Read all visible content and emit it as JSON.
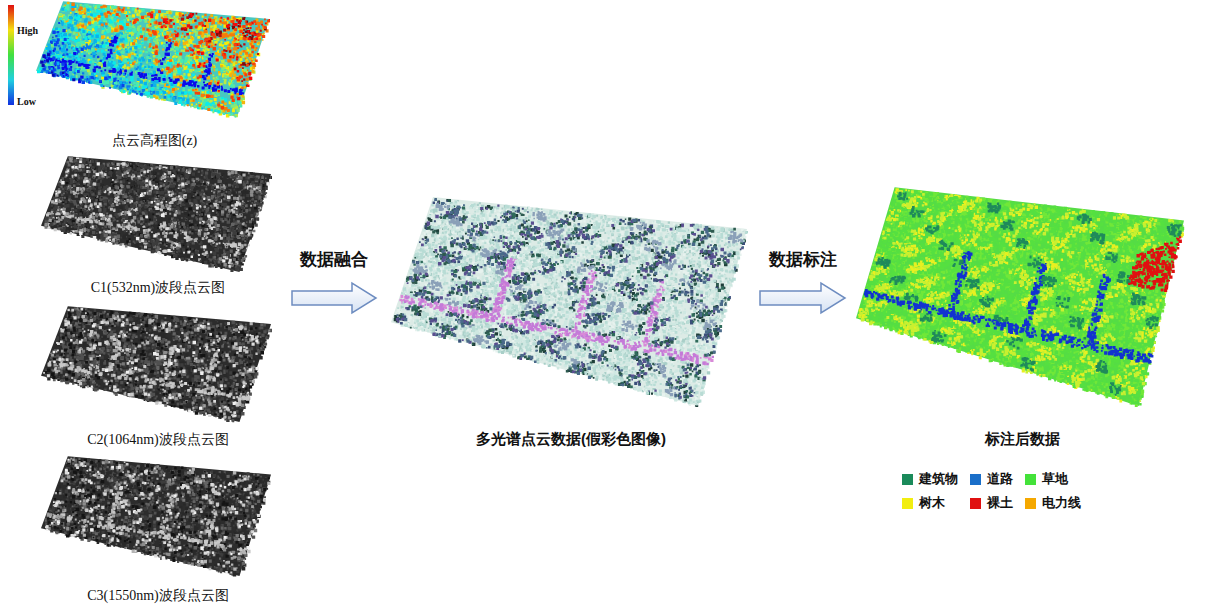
{
  "diagram": {
    "nodes": [
      {
        "text": [
          "点云高程图(z)"
        ]
      },
      {
        "text": [
          "C1(532nm)波段点云图"
        ]
      },
      {
        "text": [
          "C2(1064nm)波段点云图"
        ]
      },
      {
        "text": [
          "C3(1550nm)波段点云图"
        ]
      },
      {
        "text": [
          "多光谱点云数据(假彩色图像)"
        ]
      },
      {
        "text": [
          "标注后数据"
        ]
      }
    ],
    "edges": [
      {
        "from": 1,
        "to": 4,
        "arrow": "to",
        "label": "数据融合"
      },
      {
        "from": 4,
        "to": 5,
        "arrow": "to",
        "label": "数据标注"
      }
    ],
    "labels": [
      "High",
      "Low"
    ],
    "legend": [
      {
        "text": "建筑物",
        "color": "#1a8a5a"
      },
      {
        "text": "道路",
        "color": "#1a6fc9"
      },
      {
        "text": "草地",
        "color": "#44e23a"
      },
      {
        "text": "树木",
        "color": "#f2ee10"
      },
      {
        "text": "裸土",
        "color": "#e01010"
      },
      {
        "text": "电力线",
        "color": "#f5a800"
      }
    ]
  }
}
